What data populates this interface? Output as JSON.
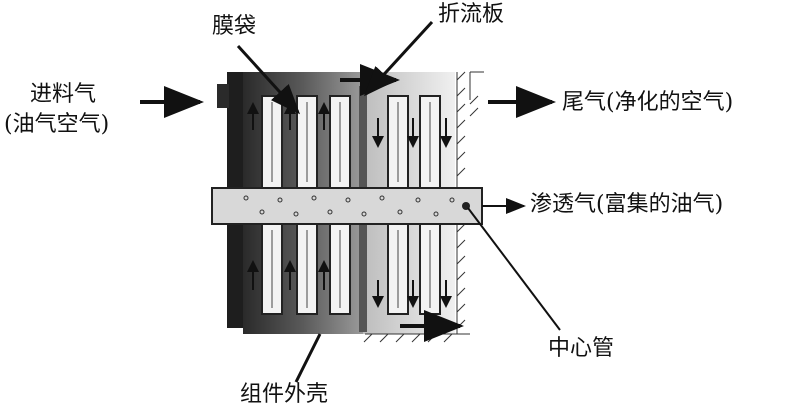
{
  "labels": {
    "membrane_bag": "膜袋",
    "baffle": "折流板",
    "feed_gas_line1": "进料气",
    "feed_gas_line2": "(油气空气)",
    "tail_gas": "尾气(净化的空气)",
    "permeate_gas": "渗透气(富集的油气)",
    "center_tube": "中心管",
    "housing": "组件外壳"
  },
  "colors": {
    "ink": "#111111",
    "shell_dark": "#3a3a3a",
    "shell_mid": "#7a7a7a",
    "tube_fill": "#d6d6d6",
    "bag_fill": "#f2f2f2"
  }
}
